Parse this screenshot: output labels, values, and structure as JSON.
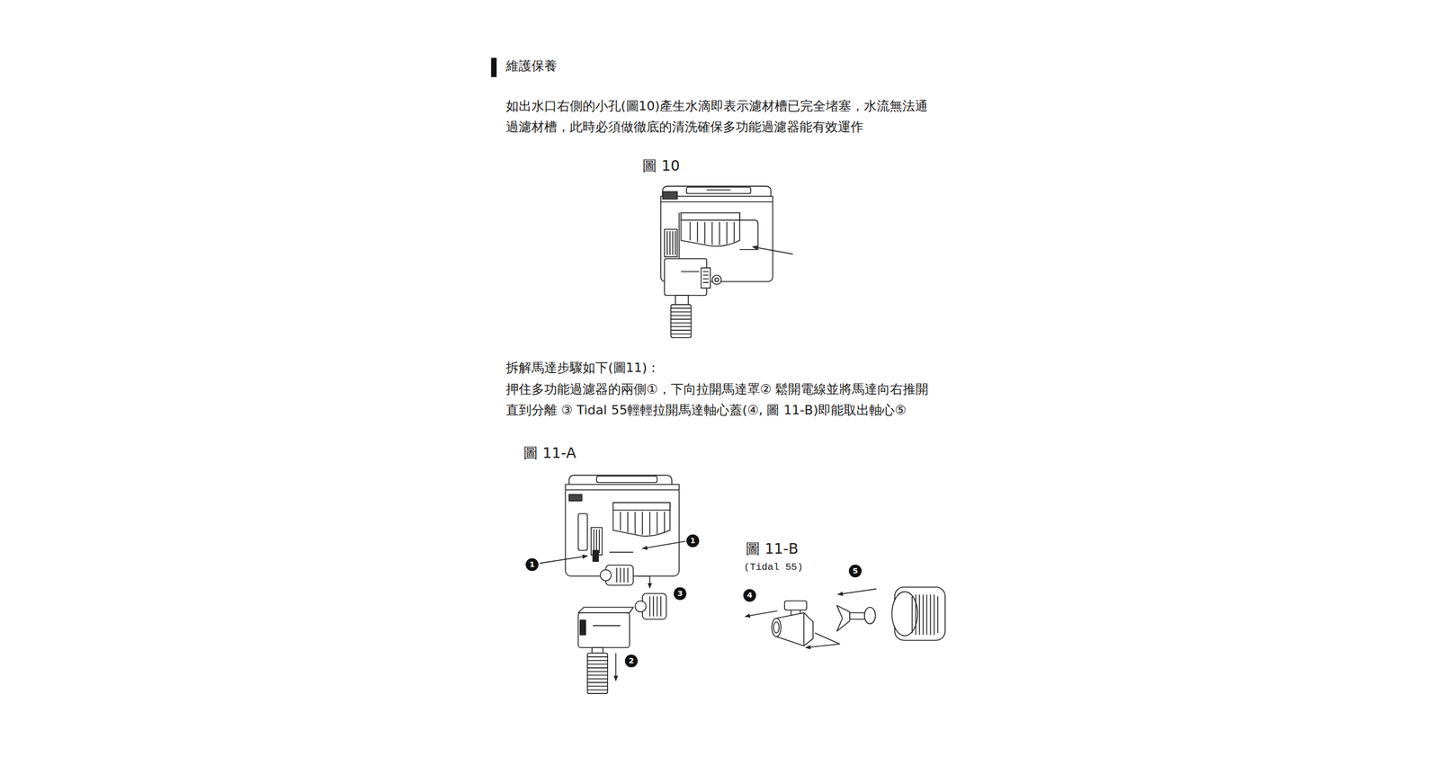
{
  "diagram": {
    "title": "維護保養",
    "labels": [
      "如出水口右側的小孔(圖10)產生水滴即表示濾材槽已完全堵塞，水流無法通過濾材槽，此時必須做徹底的清洗確保多功能過濾器能有效運作",
      "圖 10",
      "拆解馬達步驟如下(圖11)：",
      "押住多功能過濾器的兩側①，下向拉開馬達罩② 鬆開電線並將馬達向右推開直到分離 ③ Tidal 55輕輕拉開馬達軸心蓋(④, 圖 11-B)即能取出軸心⑤",
      "圖 11-A",
      "1",
      "1",
      "3",
      "2",
      "圖 11-B",
      "(Tidal 55)",
      "4",
      "5"
    ]
  }
}
